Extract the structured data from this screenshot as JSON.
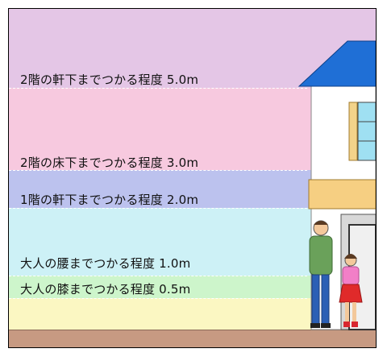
{
  "levels": {
    "l5": "2階の軒下までつかる程度 5.0m",
    "l3": "2階の床下までつかる程度 3.0m",
    "l2": "1階の軒下までつかる程度 2.0m",
    "l1": "大人の腰までつかる程度 1.0m",
    "l05": "大人の膝までつかる程度 0.5m"
  },
  "colors": {
    "band_5m": "#e4c6e6",
    "band_3m": "#f7c9df",
    "band_2m": "#bcc2ee",
    "band_1m": "#cdf1f6",
    "band_05m": "#cdf5cb",
    "band_ground": "#fbf7c2",
    "ground": "#c79a82",
    "roof": "#1f6fd6"
  }
}
